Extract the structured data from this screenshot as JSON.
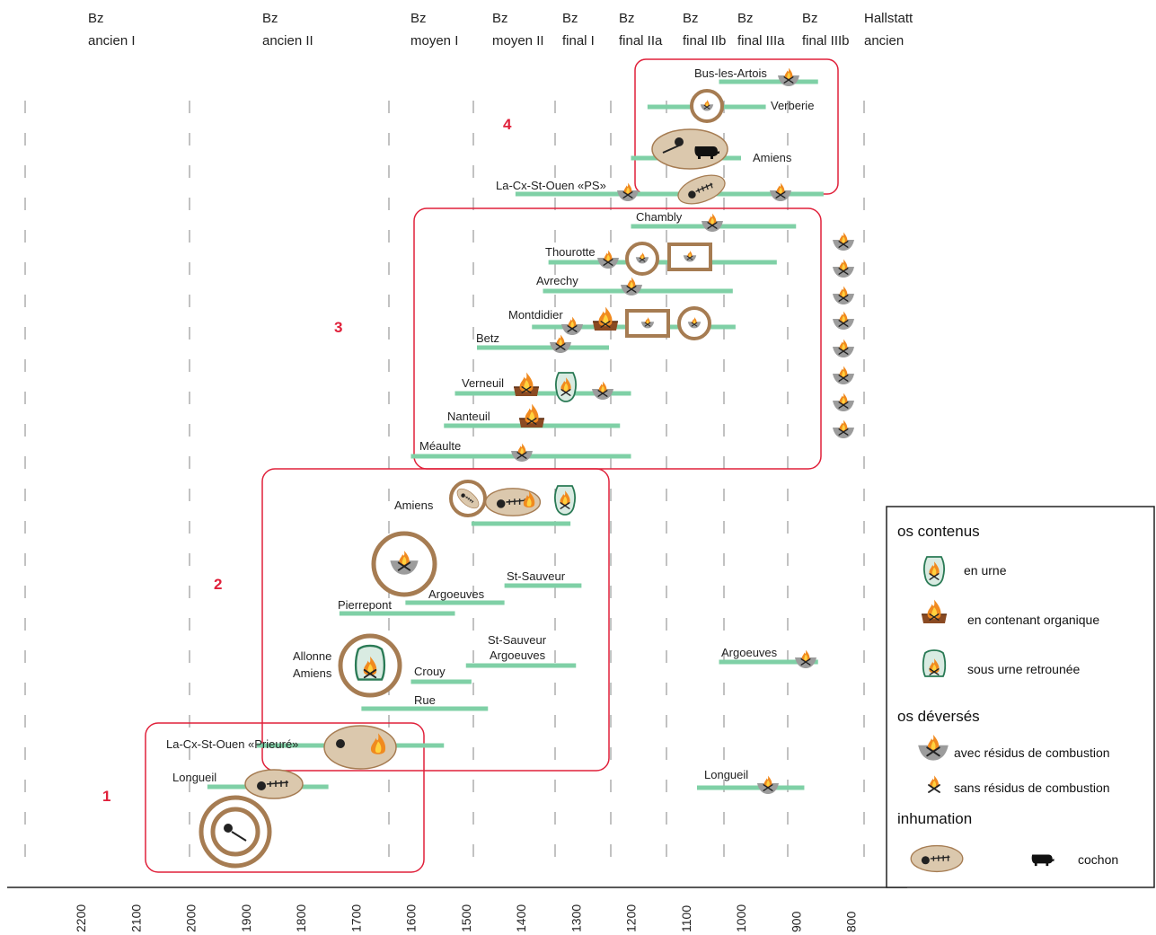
{
  "periods": [
    {
      "line1": "Bz",
      "line2": "ancien I"
    },
    {
      "line1": "Bz",
      "line2": "ancien II"
    },
    {
      "line1": "Bz",
      "line2": "moyen I"
    },
    {
      "line1": "Bz",
      "line2": "moyen II"
    },
    {
      "line1": "Bz",
      "line2": "final I"
    },
    {
      "line1": "Bz",
      "line2": "final IIa"
    },
    {
      "line1": "Bz",
      "line2": "final IIb"
    },
    {
      "line1": "Bz",
      "line2": "final IIIa"
    },
    {
      "line1": "Bz",
      "line2": "final IIIb"
    },
    {
      "line1": "Hallstatt",
      "line2": "ancien"
    }
  ],
  "years": [
    "2200",
    "2100",
    "2000",
    "1900",
    "1800",
    "1700",
    "1600",
    "1500",
    "1400",
    "1300",
    "1200",
    "1100",
    "1000",
    "900",
    "800"
  ],
  "groups": [
    "1",
    "2",
    "3",
    "4"
  ],
  "sites": [
    {
      "label": "Bus-les-Artois",
      "start": 1040,
      "end": 860,
      "marker": "spread-residue"
    },
    {
      "label": "Verberie",
      "start": 1170,
      "end": 955,
      "marker": "urn-circle"
    },
    {
      "label": "Amiens",
      "start": 1200,
      "end": 1000,
      "marker": "inhumation-pig"
    },
    {
      "label": "La-Cx-St-Ouen «PS»",
      "start": 1410,
      "end": 850,
      "marker": "spread-inhumation"
    },
    {
      "label": "Chambly",
      "start": 1200,
      "end": 900,
      "marker": "spread-residue"
    },
    {
      "label": "Thourotte",
      "start": 1350,
      "end": 935,
      "marker": "spread-urn-square"
    },
    {
      "label": "Avrechy",
      "start": 1360,
      "end": 1015,
      "marker": "spread-residue"
    },
    {
      "label": "Montdidier",
      "start": 1380,
      "end": 1010,
      "marker": "organic-urn-square"
    },
    {
      "label": "Betz",
      "start": 1480,
      "end": 1240,
      "marker": "spread-residue"
    },
    {
      "label": "Verneuil",
      "start": 1520,
      "end": 1200,
      "marker": "organic-urn"
    },
    {
      "label": "Nanteuil",
      "start": 1540,
      "end": 1220,
      "marker": "organic"
    },
    {
      "label": "Méaulte",
      "start": 1600,
      "end": 1200,
      "marker": "spread-residue"
    },
    {
      "label": "Amiens",
      "start": 1490,
      "end": 1310,
      "marker": "inhumation-urn"
    },
    {
      "label": "St-Sauveur",
      "start": 1430,
      "end": 1290,
      "marker": "none"
    },
    {
      "label": "Argoeuves",
      "start": 1610,
      "end": 1430,
      "marker": "spread-circle"
    },
    {
      "label": "Pierrepont",
      "start": 1730,
      "end": 1520,
      "marker": "none"
    },
    {
      "label": "St-Sauveur",
      "start": 1500,
      "end": 1300,
      "marker": "none"
    },
    {
      "label": "Argoeuves",
      "start": 1500,
      "end": 1300,
      "marker": "none"
    },
    {
      "label": "Allonne",
      "start": 1600,
      "end": 1600,
      "marker": "inverted-urn-circle"
    },
    {
      "label": "Amiens",
      "start": 1600,
      "end": 1600,
      "marker": "none"
    },
    {
      "label": "Crouy",
      "start": 1600,
      "end": 1490,
      "marker": "none"
    },
    {
      "label": "Rue",
      "start": 1690,
      "end": 1460,
      "marker": "none"
    },
    {
      "label": "La-Cx-St-Ouen «Prieuré»",
      "start": 1880,
      "end": 1540,
      "marker": "inhumation-residue"
    },
    {
      "label": "Longueil",
      "start": 1970,
      "end": 1750,
      "marker": "inhumation"
    },
    {
      "label": "Argoeuves",
      "start": 1040,
      "end": 860,
      "marker": "spread-residue"
    },
    {
      "label": "Longueil",
      "start": 1080,
      "end": 885,
      "marker": "spread-residue"
    }
  ],
  "legend": {
    "contained_title": "os contenus",
    "in_urn": "en urne",
    "organic": "en contenant organique",
    "inverted_urn": "sous urne retrounée",
    "spread_title": "os déversés",
    "with_residue": "avec résidus de combustion",
    "without_residue": "sans résidus de combustion",
    "inhumation_title": "inhumation",
    "pig": "cochon"
  },
  "colors": {
    "bar": "#7fd0a6",
    "group_box": "#e0203a",
    "circle": "#a67c52",
    "inhumation_fill": "#dbc8ad",
    "urn_outline": "#2a7a55",
    "urn_fill": "#d9ebe2",
    "flame": "#f08a1f",
    "organic": "#8a4a22",
    "bowl": "#9c9c9c"
  }
}
